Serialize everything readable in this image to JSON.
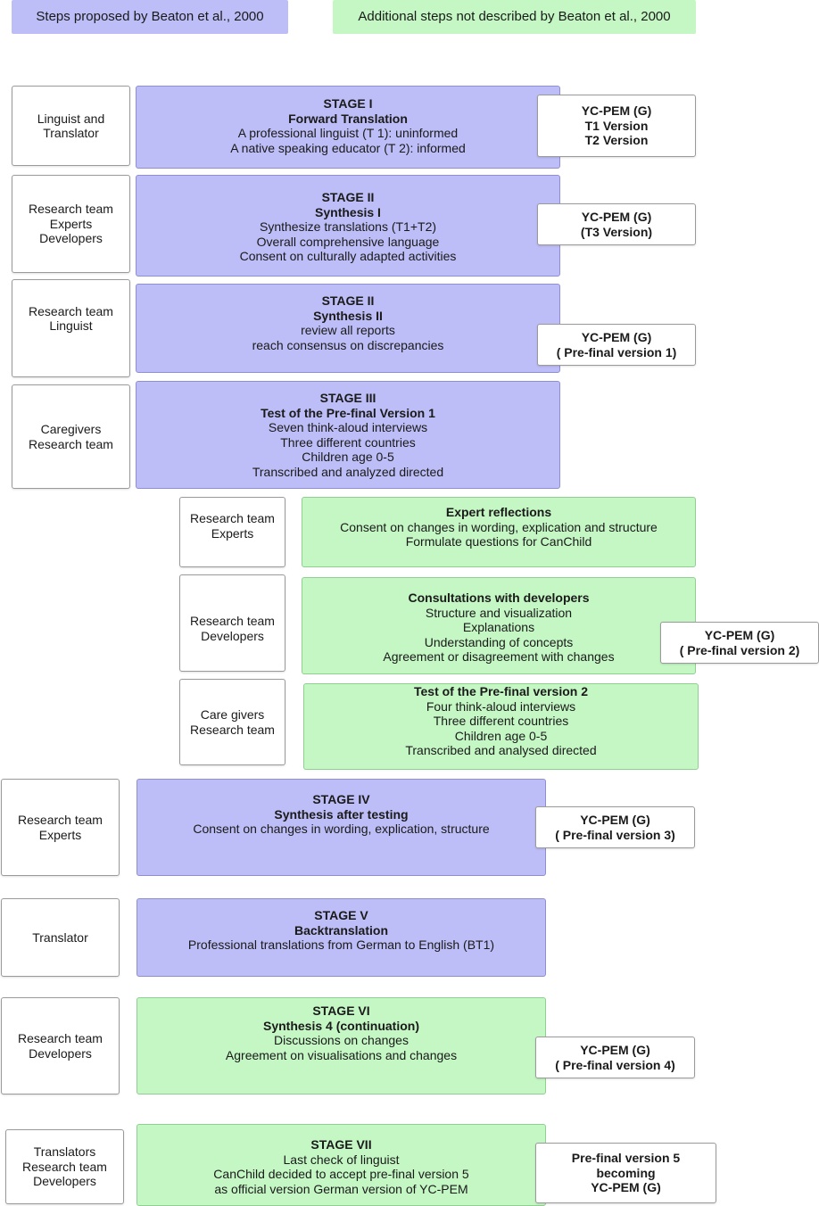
{
  "legend": {
    "beaton": "Steps proposed by Beaton et al., 2000",
    "additional": "Additional steps not described by Beaton et al., 2000"
  },
  "colors": {
    "beaton_fill": "#bdbdf7",
    "additional_fill": "#c4f7c4"
  },
  "rows": [
    {
      "role": [
        "Linguist and",
        "Translator"
      ],
      "stage": [
        "STAGE I",
        "Forward Translation",
        "A professional linguist  (T 1): uninformed",
        "A native speaking educator (T 2): informed"
      ],
      "version": [
        "YC-PEM (G)",
        "T1 Version",
        "T2 Version"
      ]
    },
    {
      "role": [
        "Research team",
        "Experts",
        "Developers"
      ],
      "stage": [
        "STAGE II",
        "Synthesis I",
        "Synthesize translations (T1+T2)",
        "Overall comprehensive language",
        "Consent on culturally adapted activities"
      ],
      "version": [
        "YC-PEM (G)",
        "(T3 Version)"
      ]
    },
    {
      "role": [
        "Research team",
        "Linguist"
      ],
      "stage": [
        "STAGE II",
        "Synthesis II",
        "review all reports",
        "reach consensus on discrepancies"
      ],
      "version": [
        "YC-PEM (G)",
        "( Pre-final version 1)"
      ]
    },
    {
      "role": [
        "Caregivers",
        "Research team"
      ],
      "stage": [
        "STAGE III",
        "Test of the Pre-final Version 1",
        "Seven think-aloud interviews",
        "Three different countries",
        "Children age 0-5",
        "Transcribed and analyzed directed"
      ]
    },
    {
      "role": [
        "Research team",
        "Experts"
      ],
      "stage": [
        "Expert reflections",
        "Consent on changes in wording, explication and structure",
        "Formulate questions  for CanChild"
      ]
    },
    {
      "role": [
        "Research team",
        "Developers"
      ],
      "stage": [
        "Consultations with developers",
        "Structure and visualization",
        "Explanations",
        "Understanding of concepts",
        "Agreement or disagreement with changes"
      ],
      "version": [
        "YC-PEM (G)",
        "( Pre-final version 2)"
      ]
    },
    {
      "role": [
        "Care givers",
        "Research team"
      ],
      "stage": [
        "Test of the Pre-final version 2",
        "Four think-aloud interviews",
        "Three different countries",
        "Children age 0-5",
        "Transcribed and analysed directed"
      ]
    },
    {
      "role": [
        "Research team",
        "Experts"
      ],
      "stage": [
        "STAGE IV",
        "Synthesis after testing",
        "Consent on changes in wording, explication, structure"
      ],
      "version": [
        "YC-PEM (G)",
        "( Pre-final version 3)"
      ]
    },
    {
      "role": [
        "Translator"
      ],
      "stage": [
        "STAGE V",
        "Backtranslation",
        "Professional  translations from German to English (BT1)"
      ]
    },
    {
      "role": [
        "Research team",
        "Developers"
      ],
      "stage": [
        "STAGE VI",
        "Synthesis 4 (continuation)",
        "Discussions on changes",
        "Agreement on visualisations and changes"
      ],
      "version": [
        "YC-PEM (G)",
        "( Pre-final version 4)"
      ]
    },
    {
      "role": [
        "Translators",
        "Research team",
        "Developers"
      ],
      "stage": [
        "STAGE VII",
        "Last check of linguist",
        "CanChild decided to accept pre-final version 5",
        "as official version German version of YC-PEM"
      ],
      "version": [
        "Pre-final version 5",
        "becoming",
        "YC-PEM (G)"
      ]
    }
  ]
}
